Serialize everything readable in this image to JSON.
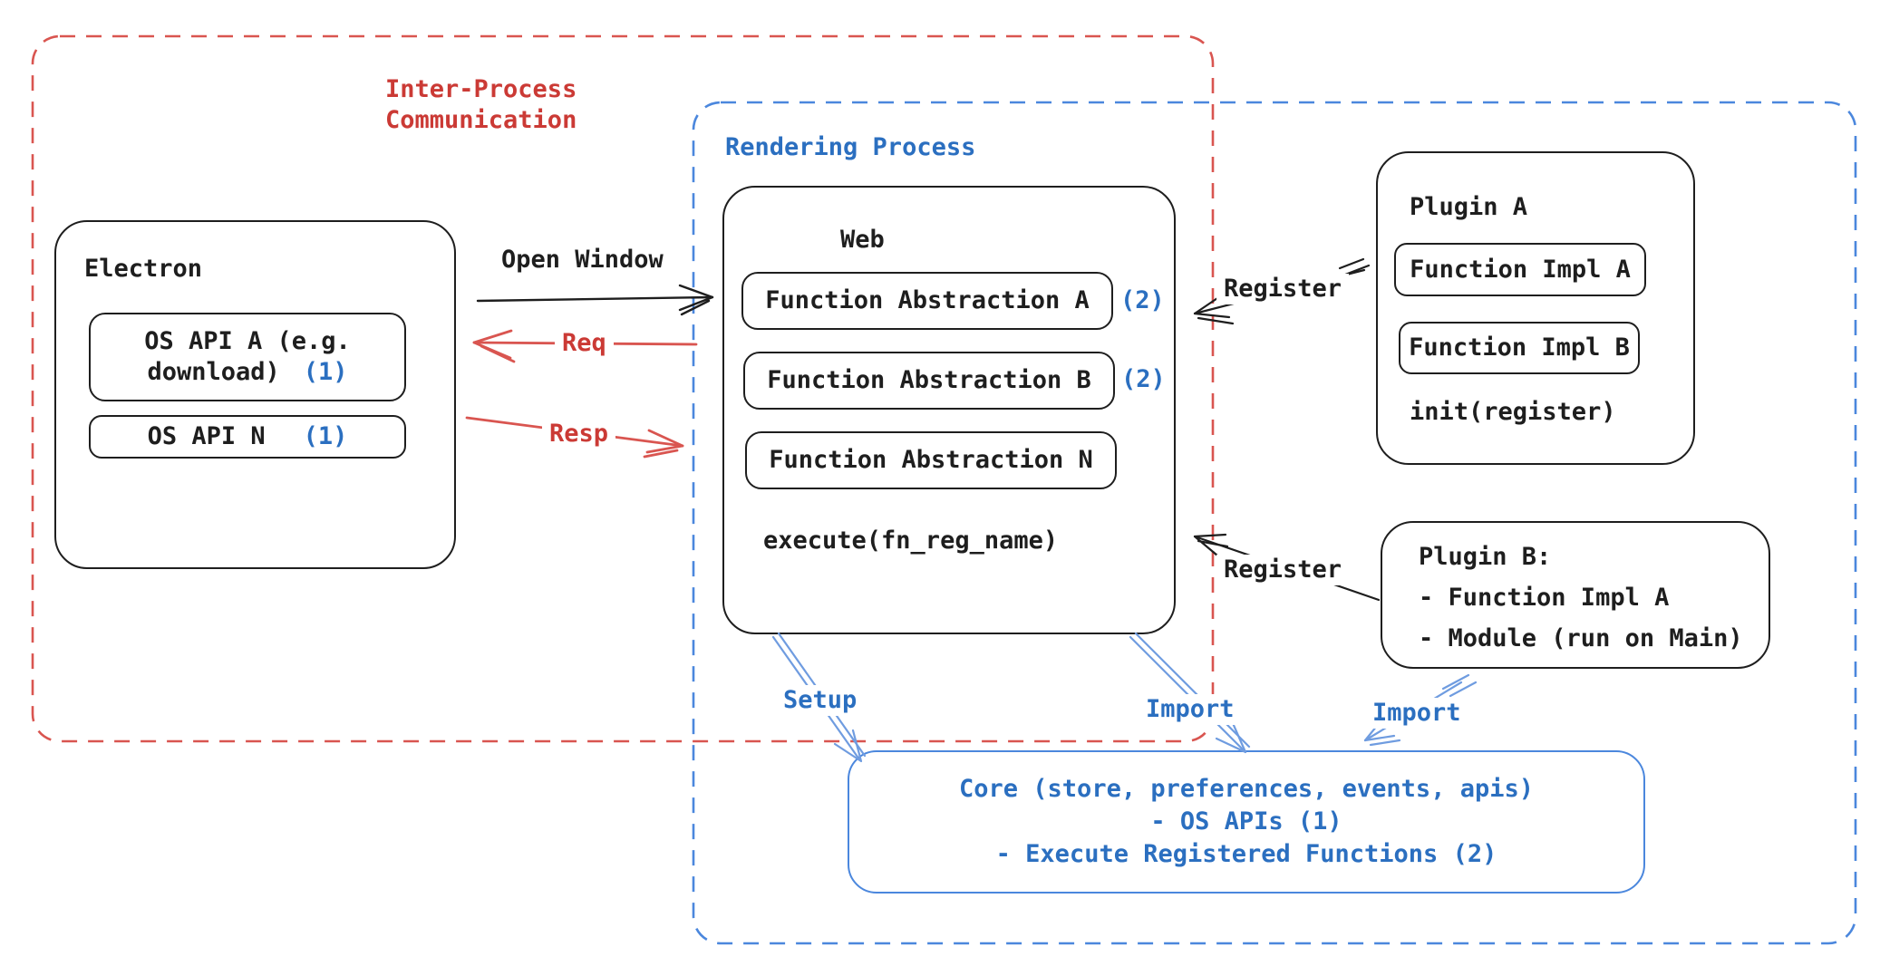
{
  "regions": {
    "ipc_label_line1": "Inter-Process",
    "ipc_label_line2": "Communication",
    "rendering_label": "Rendering Process"
  },
  "electron": {
    "title": "Electron",
    "os_api_a_line1": "OS API A (e.g.",
    "os_api_a_line2": "download)",
    "os_api_a_badge": "(1)",
    "os_api_n_label": "OS API N",
    "os_api_n_badge": "(1)"
  },
  "arrows": {
    "open_window": "Open Window",
    "req": "Req",
    "resp": "Resp",
    "register_top": "Register",
    "register_bottom": "Register",
    "setup": "Setup",
    "import_mid": "Import",
    "import_right": "Import"
  },
  "web": {
    "title": "Web",
    "fa_a": "Function Abstraction A",
    "fa_a_badge": "(2)",
    "fa_b": "Function Abstraction B",
    "fa_b_badge": "(2)",
    "fa_n": "Function Abstraction N",
    "execute_label": "execute(fn_reg_name)"
  },
  "plugin_a": {
    "title": "Plugin A",
    "impl_a": "Function Impl A",
    "impl_b": "Function Impl B",
    "init_label": "init(register)"
  },
  "plugin_b": {
    "title": "Plugin B:",
    "item1": "- Function Impl A",
    "item2": "- Module (run on Main)"
  },
  "core": {
    "line1": "Core (store, preferences, events, apis)",
    "line2": "- OS APIs (1)",
    "line3": "- Execute Registered Functions (2)"
  },
  "colors": {
    "ink": "#1e1e1e",
    "red_text": "#cb3a35",
    "red_stroke": "#d95550",
    "blue": "#2b6fc0",
    "blue_dash": "#4b87dd",
    "blue_arrow": "#6f9ce0"
  }
}
